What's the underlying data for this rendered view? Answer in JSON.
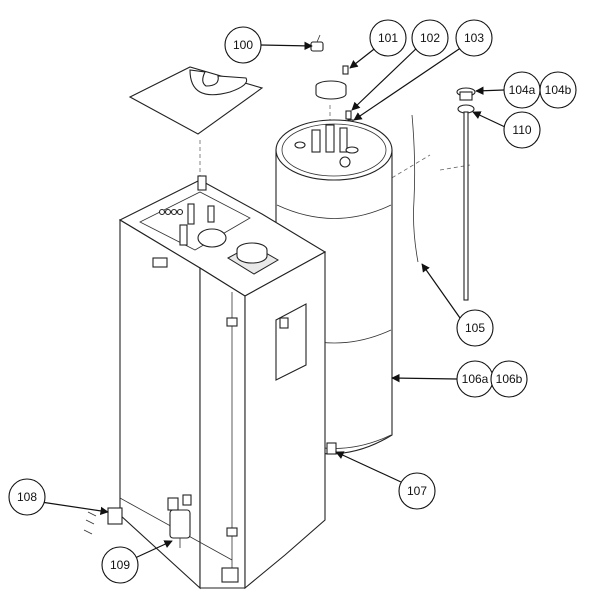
{
  "callouts": {
    "c100": "100",
    "c101": "101",
    "c102": "102",
    "c103": "103",
    "c104a": "104a",
    "c104b": "104b",
    "c105": "105",
    "c106a": "106a",
    "c106b": "106b",
    "c107": "107",
    "c108": "108",
    "c109": "109",
    "c110": "110"
  },
  "colors": {
    "line": "#222222",
    "background": "#ffffff"
  }
}
